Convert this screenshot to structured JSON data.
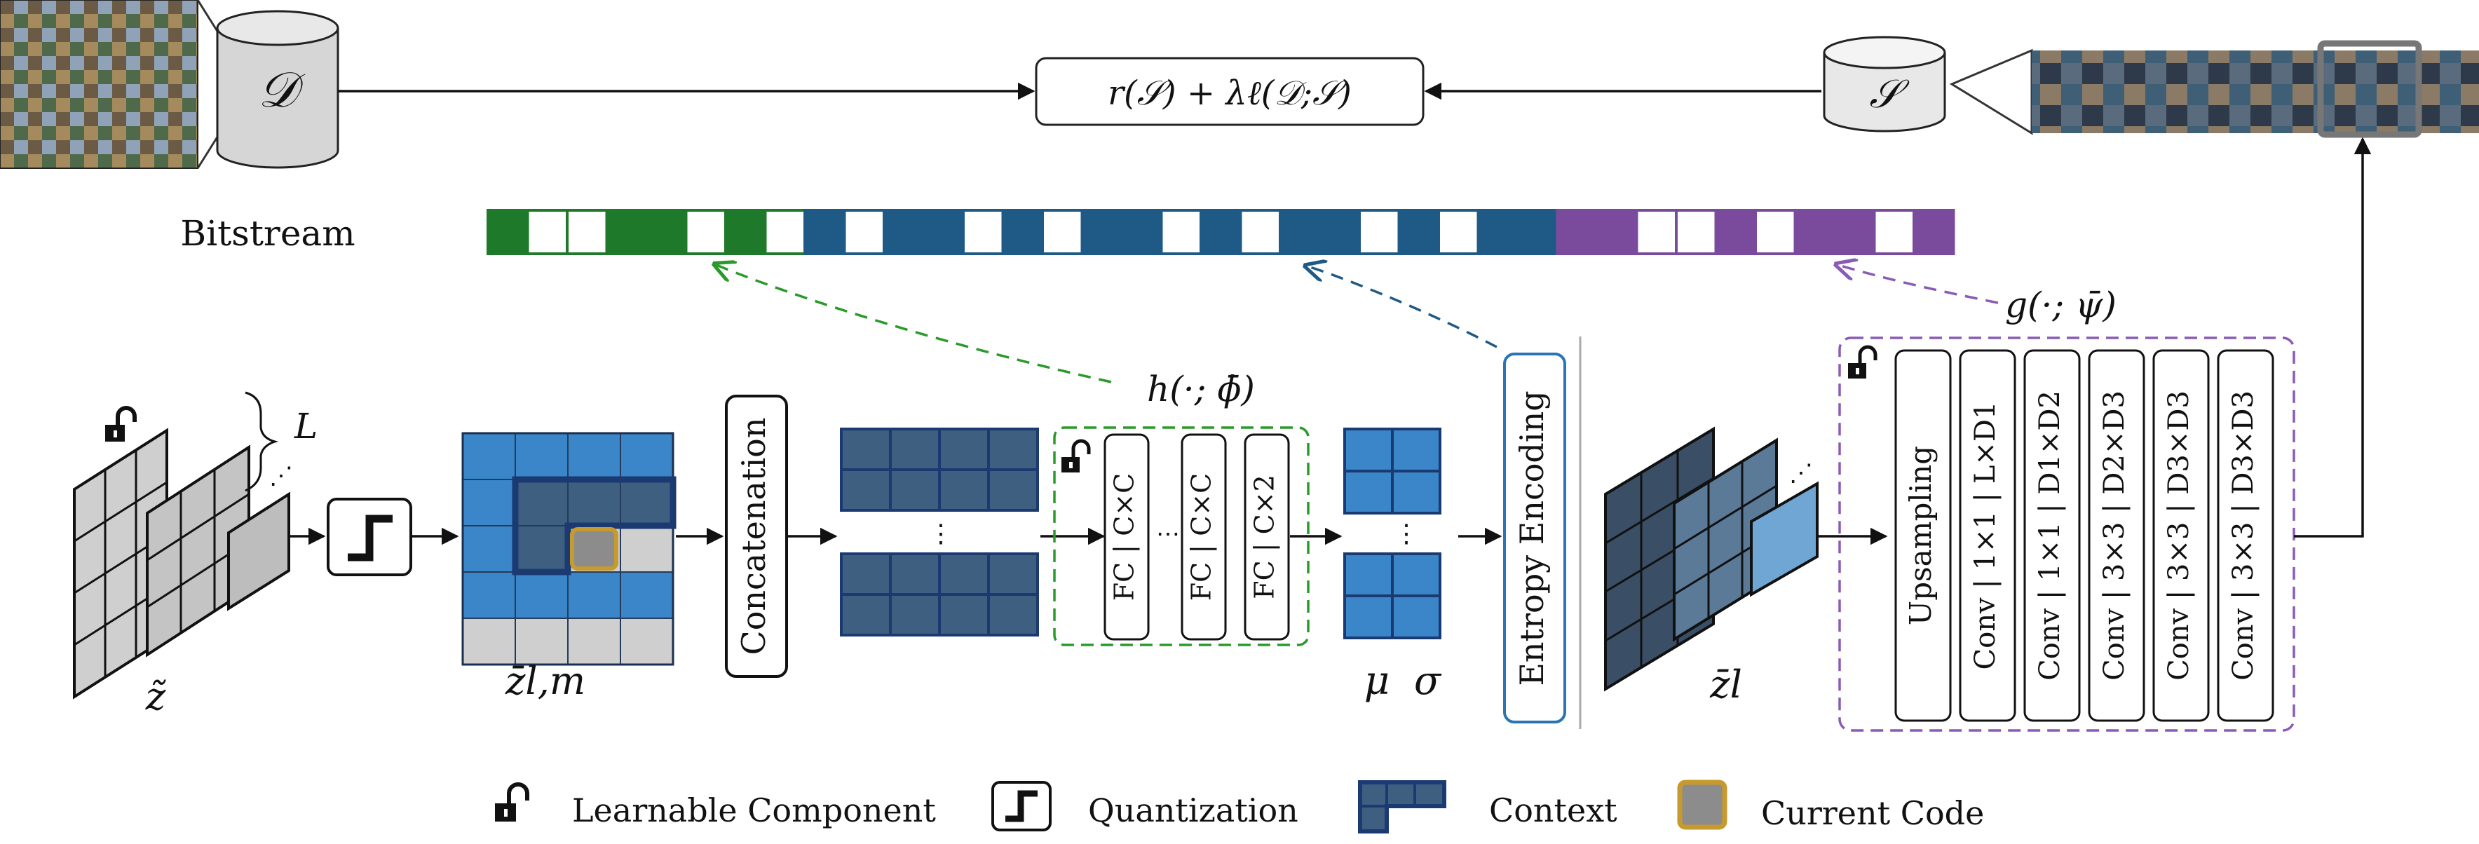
{
  "top": {
    "dataset_symbol": "𝒟",
    "synthetic_symbol": "𝒮",
    "objective": "r(𝒮) + λℓ(𝒟;𝒮)"
  },
  "bitstream": {
    "label": "Bitstream",
    "segments": [
      {
        "color": "#1e7a2a",
        "pattern": [
          1,
          0,
          0,
          1,
          1,
          0,
          1,
          0
        ]
      },
      {
        "color": "#1f5a86",
        "pattern": [
          1,
          0,
          1,
          1,
          0,
          1,
          0,
          1,
          1,
          0,
          1,
          0,
          1,
          1,
          0,
          1,
          0,
          1,
          1
        ]
      },
      {
        "color": "#7a4b9c",
        "pattern": [
          1,
          1,
          0,
          0,
          1,
          0,
          1,
          1,
          0,
          1
        ]
      }
    ]
  },
  "diagram": {
    "z_tilde": "z̃",
    "L": "L",
    "z_bar_lm": "z̄l,m",
    "concatenation": "Concatenation",
    "h_label": "h(·; ϕ̄)",
    "fc_blocks": [
      "FC | C×C",
      "FC | C×C",
      "FC | C×2"
    ],
    "mu": "μ",
    "sigma": "σ",
    "entropy_encoding": "Entropy Encoding",
    "z_bar_l": "z̄l",
    "g_label": "g(·; ψ̄)",
    "upsampling": "Upsampling",
    "conv_blocks": [
      "Conv | 1×1 | L×D1",
      "Conv | 1×1 | D1×D2",
      "Conv | 3×3 | D2×D3",
      "Conv | 3×3 | D3×D3",
      "Conv | 3×3 | D3×D3"
    ]
  },
  "legend": {
    "learnable": "Learnable Component",
    "quantization": "Quantization",
    "context": "Context",
    "current": "Current Code"
  },
  "colors": {
    "green": "#1e7a2a",
    "blue": "#1f5a86",
    "purple": "#7a4b9c",
    "cell_blue": "#3a86c8",
    "cell_dark": "#3e5f80",
    "gold": "#c79a2e"
  }
}
